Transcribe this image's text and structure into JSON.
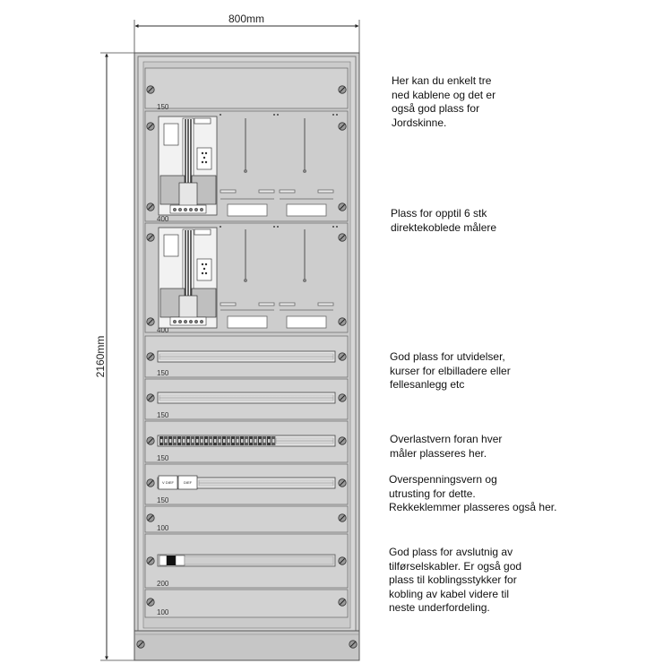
{
  "dimensions": {
    "width_label": "800mm",
    "height_label": "2160mm"
  },
  "sections": {
    "meter_top_label": "150",
    "meter_bottom_label": "400",
    "meter2_top_label": "",
    "meter2_bottom_label": "400",
    "rail1_label": "150",
    "rail2_label": "150",
    "rail3_label": "150",
    "rail4_label": "150",
    "blank1_label": "100",
    "rail5_label": "200",
    "blank2_label": "100"
  },
  "surge_labels": [
    "V DIEF",
    "DIEF"
  ],
  "descriptions": [
    "Her kan du enkelt tre\nned kablene og det er\nogså god plass for\nJordskinne.",
    "Plass for opptil 6 stk\ndirektekoblede målere",
    "God plass for utvidelser,\nkurser for elbilladere eller\nfellesanlegg etc",
    "Overlastvern foran hver\nmåler plasseres her.",
    "Overspenningsvern og\nutrusting for dette.\nRekkeklemmer plasseres også her.",
    "God plass for avslutnig av\ntilførselskabler. Er også god\nplass til koblingsstykker for\nkobling av kabel videre til\nneste underfordeling."
  ],
  "colors": {
    "cabinet": "#d9d9d9",
    "panel": "#cfcfcf",
    "rail": "#e6e6e6",
    "outline": "#555555"
  }
}
